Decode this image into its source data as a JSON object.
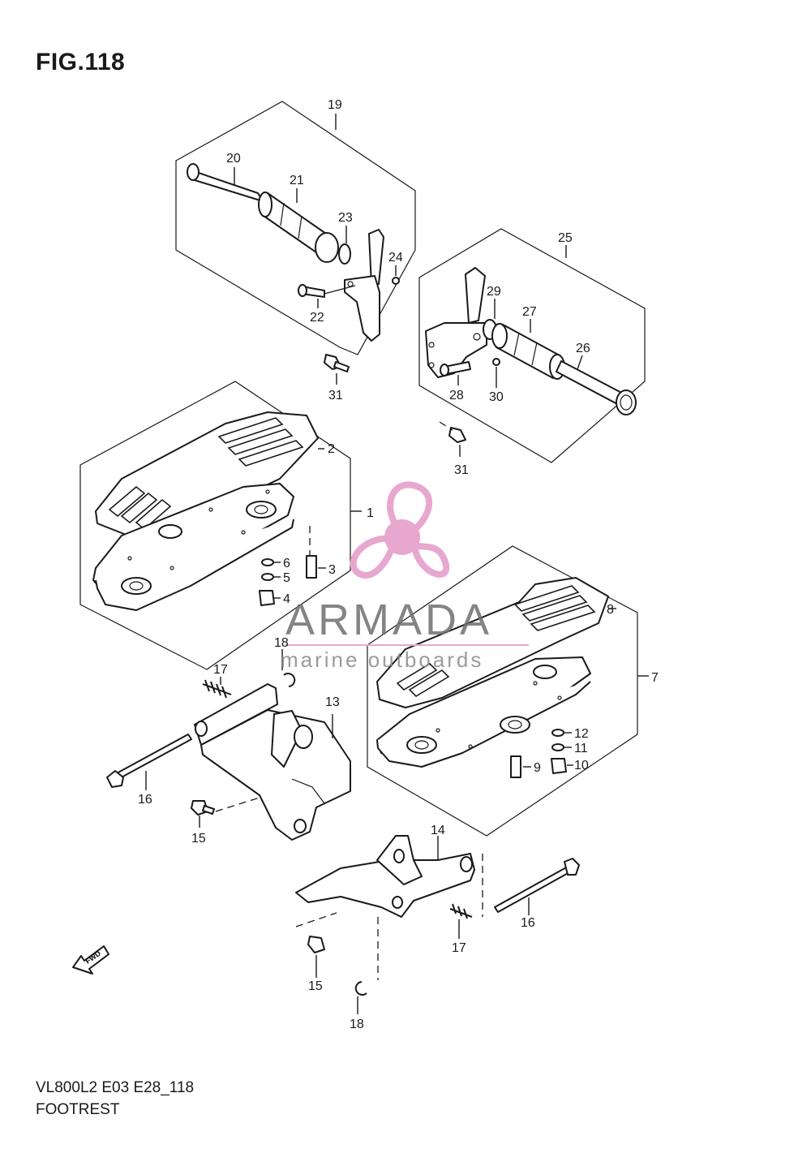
{
  "figure": {
    "title": "FIG.118",
    "model_code": "VL800L2 E03 E28_118",
    "name": "FOOTREST"
  },
  "watermark": {
    "brand": "ARMADA",
    "tagline": "marine outboards",
    "accent_color": "#e8a7cf"
  },
  "fwd_label": "FWD",
  "callouts": {
    "c1": "1",
    "c2": "2",
    "c3": "3",
    "c4": "4",
    "c5": "5",
    "c6": "6",
    "c7": "7",
    "c8": "8",
    "c9": "9",
    "c10": "10",
    "c11": "11",
    "c12": "12",
    "c13": "13",
    "c14": "14",
    "c15a": "15",
    "c15b": "15",
    "c16a": "16",
    "c16b": "16",
    "c17a": "17",
    "c17b": "17",
    "c18a": "18",
    "c18b": "18",
    "c19": "19",
    "c20": "20",
    "c21": "21",
    "c22": "22",
    "c23": "23",
    "c24": "24",
    "c25": "25",
    "c26": "26",
    "c27": "27",
    "c28": "28",
    "c29": "29",
    "c30": "30",
    "c31a": "31",
    "c31b": "31"
  }
}
